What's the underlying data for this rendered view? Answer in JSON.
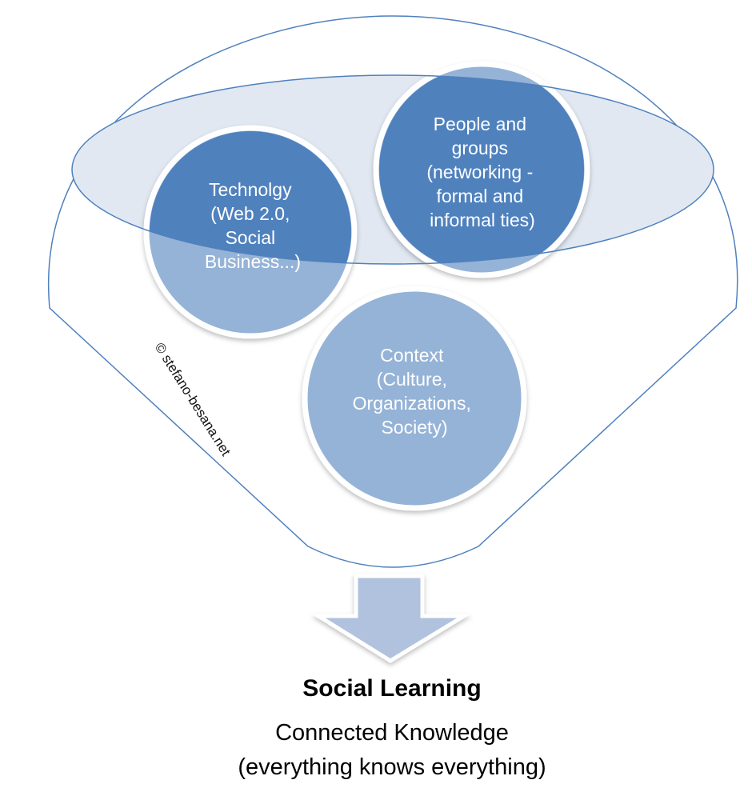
{
  "circles": {
    "technology": [
      "Technolgy",
      "(Web 2.0,",
      "Social",
      "Business...)"
    ],
    "people": [
      "People and",
      "groups",
      "(networking -",
      "formal and",
      "informal ties)"
    ],
    "context": [
      "Context",
      "(Culture,",
      "Organizations,",
      "Society)"
    ]
  },
  "watermark": "© stefano-besana.net",
  "result": {
    "title": "Social Learning",
    "subtitle_line1": "Connected Knowledge",
    "subtitle_line2": "(everything knows everything)"
  },
  "colors": {
    "dark": "#4f81bd",
    "light": "#95b3d7",
    "ellipse": "#e1e8f2",
    "arrow": "#b0c2dd"
  }
}
